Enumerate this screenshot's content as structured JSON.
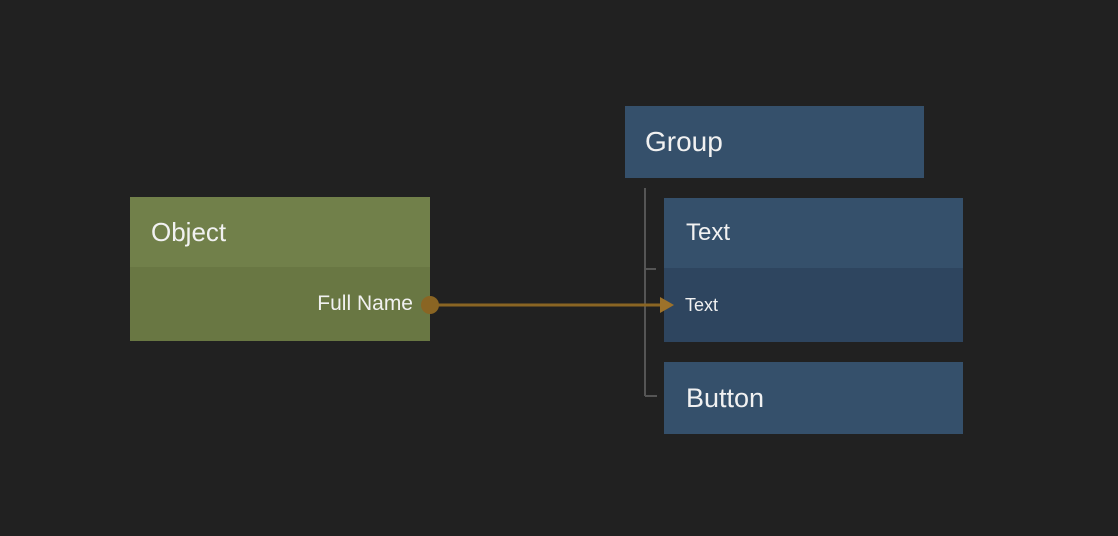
{
  "colors": {
    "canvas-bg": "#212121",
    "node-green-header": "#71804a",
    "node-green-body": "#697743",
    "node-blue-header": "#35506b",
    "node-blue-body": "#2e455f",
    "wire": "#8a6523",
    "wire-arrowhead": "#9d722a",
    "tree-line": "#555555",
    "label-text": "#f1f1f1"
  },
  "graph": {
    "object_node": {
      "title": "Object",
      "output_pin_label": "Full Name"
    },
    "group_node": {
      "title": "Group"
    },
    "text_node": {
      "title": "Text",
      "bound_row_label": "Text"
    },
    "button_node": {
      "title": "Button"
    },
    "connection": {
      "from_pin": "Full Name",
      "to_row": "Text"
    }
  }
}
